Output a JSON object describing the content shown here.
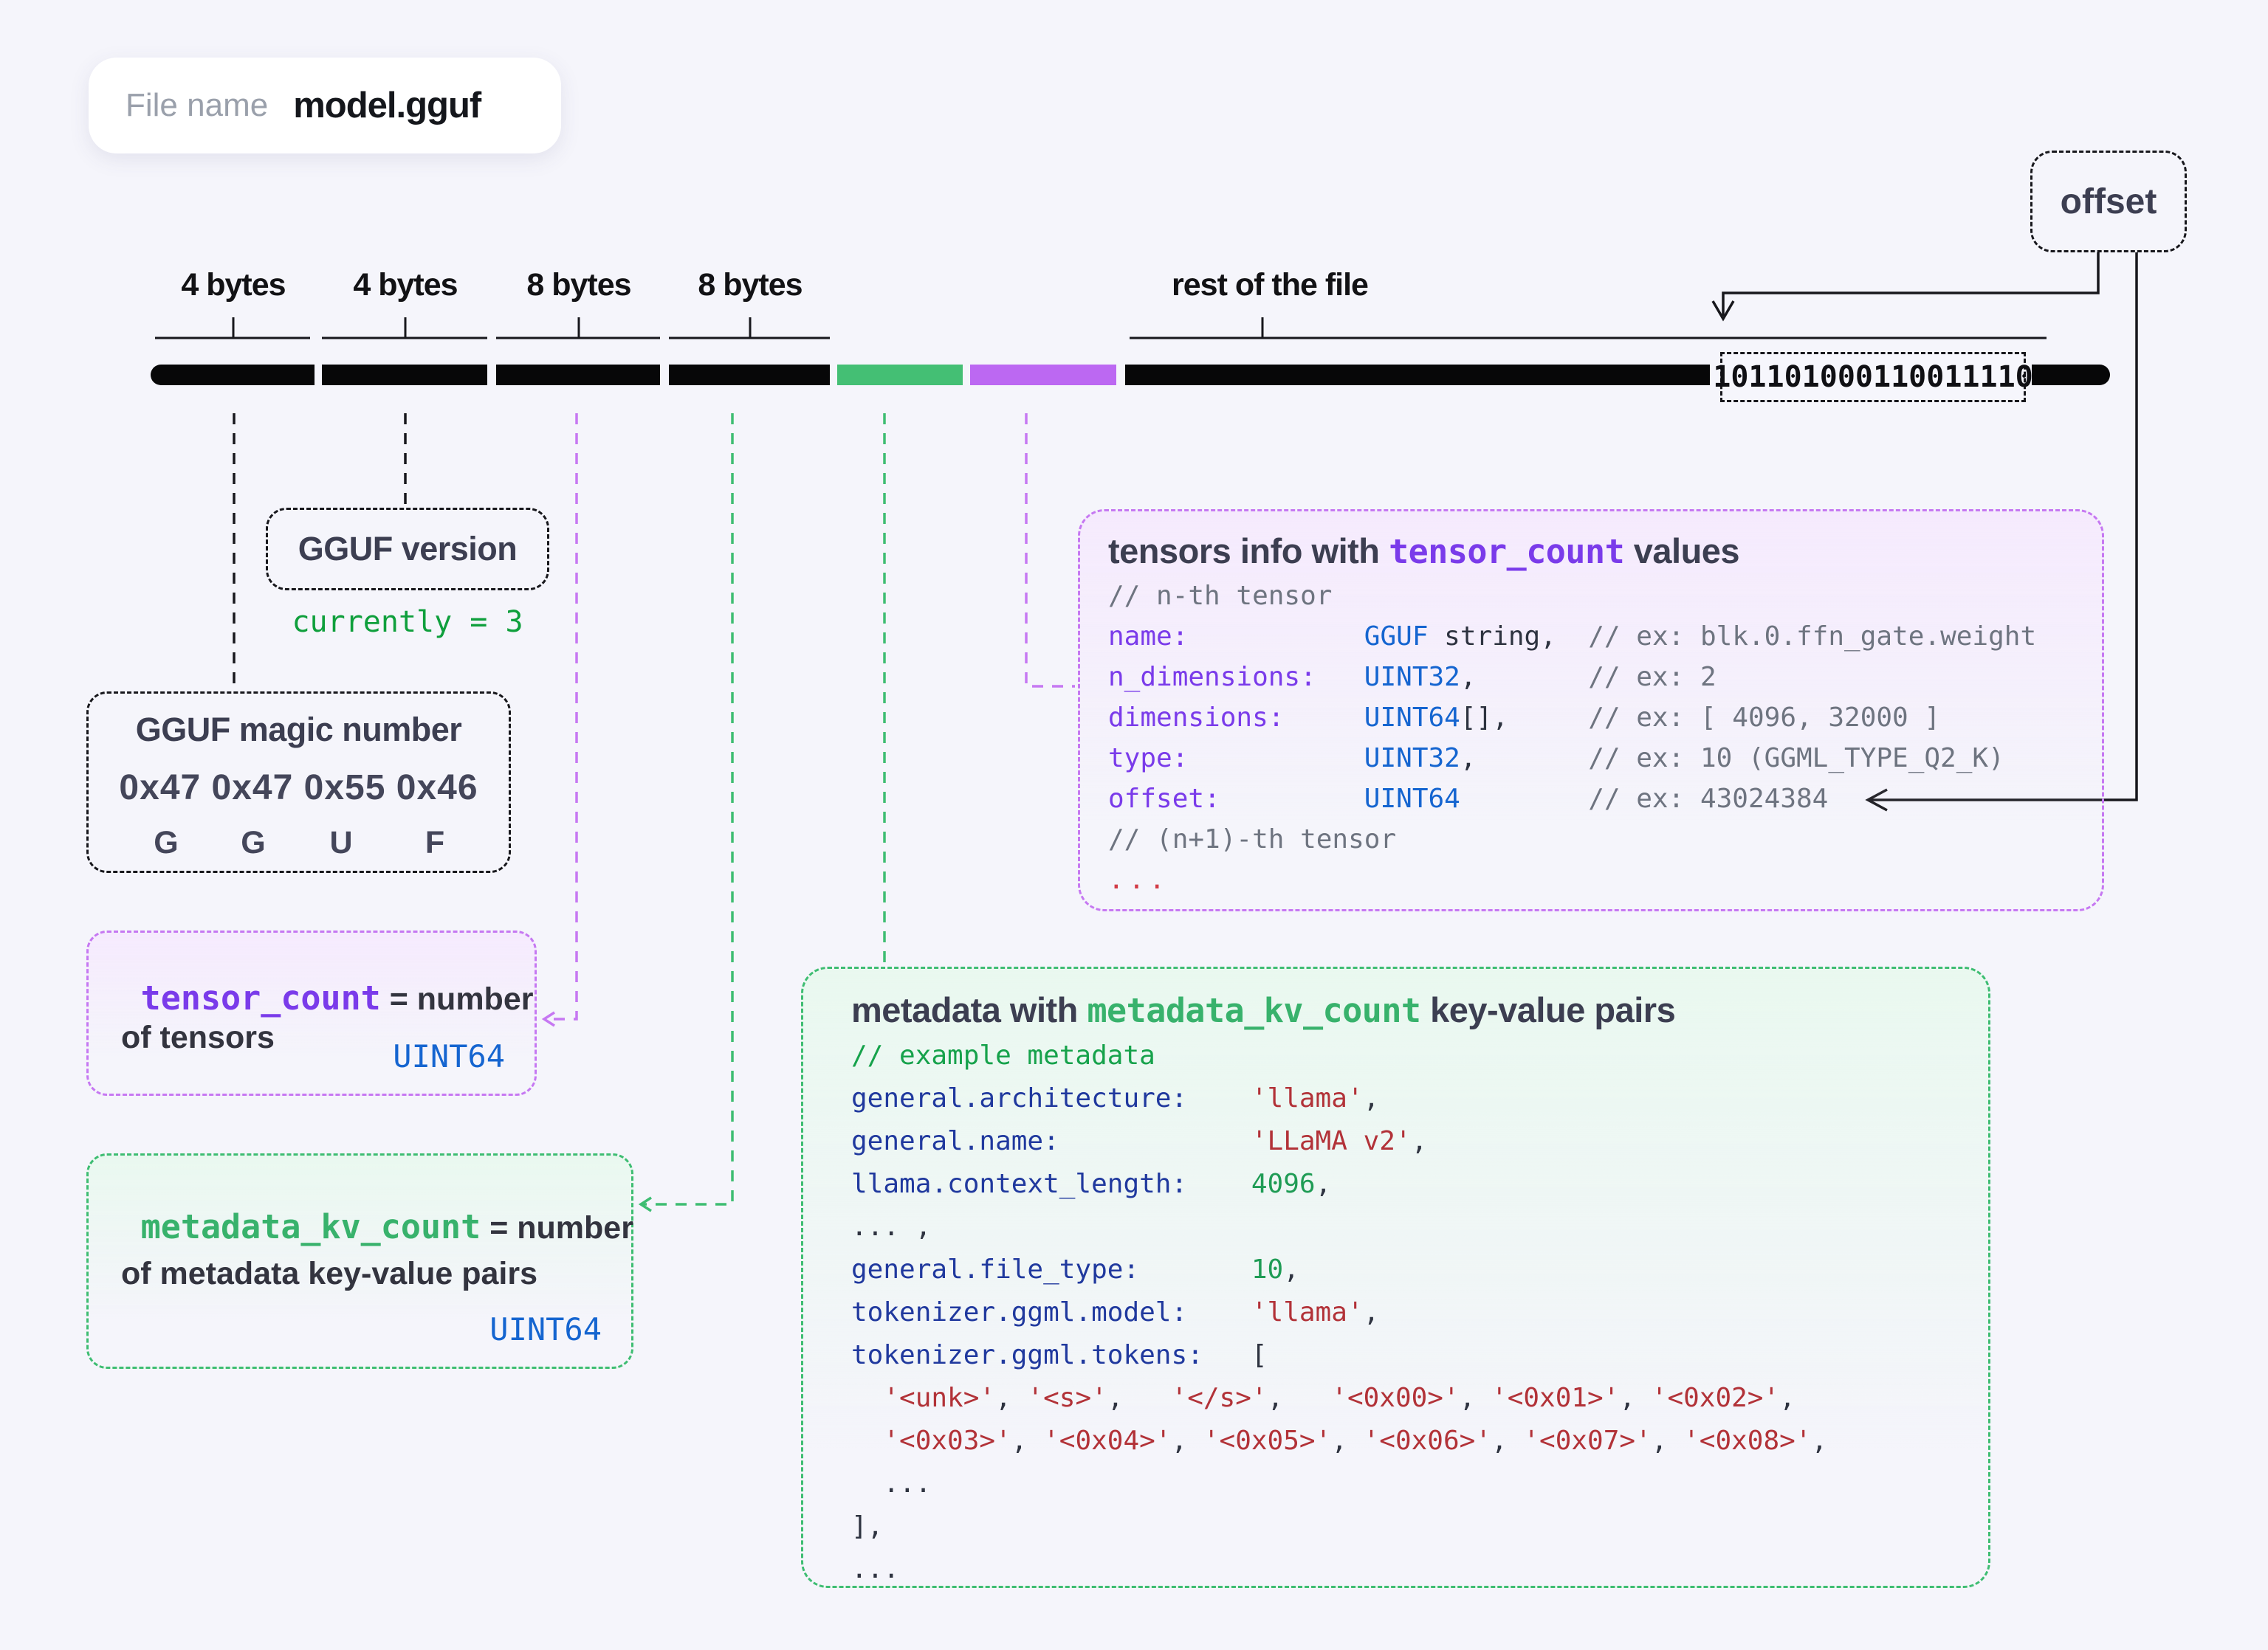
{
  "colors": {
    "background": "#f5f5fb",
    "bar_black": "#070708",
    "bar_green": "#44bf74",
    "bar_purple": "#bc68f2",
    "dash_purple": "#c678f2",
    "dash_green": "#3ebd72",
    "purple_text": "#7a3bea",
    "green_text": "#38b26c",
    "type_blue": "#1565d0",
    "key_navy": "#20399e",
    "string_red": "#b23238",
    "number_green": "#1f9c55"
  },
  "file_pill": {
    "label": "File name",
    "value": "model.gguf"
  },
  "offset_box": {
    "label": "offset"
  },
  "bar": {
    "segment_labels": [
      "4 bytes",
      "4 bytes",
      "8 bytes",
      "8 bytes"
    ],
    "rest_label": "rest of the file",
    "binary_value": "101101000110011110"
  },
  "version_box": {
    "title": "GGUF version",
    "note": "currently = 3"
  },
  "magic_box": {
    "title": "GGUF magic number",
    "hex": "0x47 0x47 0x55 0x46",
    "letters": [
      "G",
      "G",
      "U",
      "F"
    ]
  },
  "tensor_count_box": {
    "name": "tensor_count",
    "eq": " = number",
    "line2": "of tensors",
    "type": "UINT64"
  },
  "metadata_kv_box": {
    "name": "metadata_kv_count",
    "eq": " = number",
    "line2": "of metadata key-value pairs",
    "type": "UINT64"
  },
  "tensors_box": {
    "title_tokens": [
      {
        "k": "hd",
        "t": "tensors info with "
      },
      {
        "k": "hp",
        "t": "tensor_count"
      },
      {
        "k": "hd",
        "t": " values"
      }
    ],
    "lines": [
      [
        {
          "k": "cmt",
          "t": "// n-th tensor"
        }
      ],
      [
        {
          "k": "keyp",
          "t": "name:"
        },
        {
          "k": "plain",
          "t": "           "
        },
        {
          "k": "type",
          "t": "GGUF"
        },
        {
          "k": "plain",
          "t": " string,  "
        },
        {
          "k": "cmt",
          "t": "// ex: blk.0.ffn_gate.weight"
        }
      ],
      [
        {
          "k": "keyp",
          "t": "n_dimensions:"
        },
        {
          "k": "plain",
          "t": "   "
        },
        {
          "k": "type",
          "t": "UINT32"
        },
        {
          "k": "plain",
          "t": ",       "
        },
        {
          "k": "cmt",
          "t": "// ex: 2"
        }
      ],
      [
        {
          "k": "keyp",
          "t": "dimensions:"
        },
        {
          "k": "plain",
          "t": "     "
        },
        {
          "k": "type",
          "t": "UINT64"
        },
        {
          "k": "plain",
          "t": "[],     "
        },
        {
          "k": "cmt",
          "t": "// ex: [ 4096, 32000 ]"
        }
      ],
      [
        {
          "k": "keyp",
          "t": "type:"
        },
        {
          "k": "plain",
          "t": "           "
        },
        {
          "k": "type",
          "t": "UINT32"
        },
        {
          "k": "plain",
          "t": ",       "
        },
        {
          "k": "cmt",
          "t": "// ex: 10 (GGML_TYPE_Q2_K)"
        }
      ],
      [
        {
          "k": "keyp",
          "t": "offset:"
        },
        {
          "k": "plain",
          "t": "         "
        },
        {
          "k": "type",
          "t": "UINT64"
        },
        {
          "k": "plain",
          "t": "        "
        },
        {
          "k": "cmt",
          "t": "// ex: 43024384"
        }
      ],
      [
        {
          "k": "cmt",
          "t": "// (n+1)-th tensor"
        }
      ],
      [
        {
          "k": "dots",
          "t": "..."
        }
      ]
    ]
  },
  "metadata_box": {
    "title_tokens": [
      {
        "k": "hd",
        "t": "metadata with "
      },
      {
        "k": "hg",
        "t": "metadata_kv_count"
      },
      {
        "k": "hd",
        "t": " key-value pairs"
      }
    ],
    "lines": [
      [
        {
          "k": "cmtg",
          "t": "// example metadata"
        }
      ],
      [
        {
          "k": "keyn",
          "t": "general.architecture:"
        },
        {
          "k": "plain",
          "t": "    "
        },
        {
          "k": "str",
          "t": "'llama'"
        },
        {
          "k": "plain",
          "t": ","
        }
      ],
      [
        {
          "k": "keyn",
          "t": "general.name:"
        },
        {
          "k": "plain",
          "t": "            "
        },
        {
          "k": "str",
          "t": "'LLaMA v2'"
        },
        {
          "k": "plain",
          "t": ","
        }
      ],
      [
        {
          "k": "keyn",
          "t": "llama.context_length:"
        },
        {
          "k": "plain",
          "t": "    "
        },
        {
          "k": "num",
          "t": "4096"
        },
        {
          "k": "plain",
          "t": ","
        }
      ],
      [
        {
          "k": "plain",
          "t": "... ,"
        }
      ],
      [
        {
          "k": "keyn",
          "t": "general.file_type:"
        },
        {
          "k": "plain",
          "t": "       "
        },
        {
          "k": "num",
          "t": "10"
        },
        {
          "k": "plain",
          "t": ","
        }
      ],
      [
        {
          "k": "keyn",
          "t": "tokenizer.ggml.model:"
        },
        {
          "k": "plain",
          "t": "    "
        },
        {
          "k": "str",
          "t": "'llama'"
        },
        {
          "k": "plain",
          "t": ","
        }
      ],
      [
        {
          "k": "keyn",
          "t": "tokenizer.ggml.tokens:"
        },
        {
          "k": "plain",
          "t": "   ["
        }
      ],
      [
        {
          "k": "plain",
          "t": "  "
        },
        {
          "k": "str",
          "t": "'<unk>'"
        },
        {
          "k": "plain",
          "t": ", "
        },
        {
          "k": "str",
          "t": "'<s>'"
        },
        {
          "k": "plain",
          "t": ",   "
        },
        {
          "k": "str",
          "t": "'</s>'"
        },
        {
          "k": "plain",
          "t": ",   "
        },
        {
          "k": "str",
          "t": "'<0x00>'"
        },
        {
          "k": "plain",
          "t": ", "
        },
        {
          "k": "str",
          "t": "'<0x01>'"
        },
        {
          "k": "plain",
          "t": ", "
        },
        {
          "k": "str",
          "t": "'<0x02>'"
        },
        {
          "k": "plain",
          "t": ","
        }
      ],
      [
        {
          "k": "plain",
          "t": "  "
        },
        {
          "k": "str",
          "t": "'<0x03>'"
        },
        {
          "k": "plain",
          "t": ", "
        },
        {
          "k": "str",
          "t": "'<0x04>'"
        },
        {
          "k": "plain",
          "t": ", "
        },
        {
          "k": "str",
          "t": "'<0x05>'"
        },
        {
          "k": "plain",
          "t": ", "
        },
        {
          "k": "str",
          "t": "'<0x06>'"
        },
        {
          "k": "plain",
          "t": ", "
        },
        {
          "k": "str",
          "t": "'<0x07>'"
        },
        {
          "k": "plain",
          "t": ", "
        },
        {
          "k": "str",
          "t": "'<0x08>'"
        },
        {
          "k": "plain",
          "t": ","
        }
      ],
      [
        {
          "k": "plain",
          "t": "  ..."
        }
      ],
      [
        {
          "k": "plain",
          "t": "],"
        }
      ],
      [
        {
          "k": "plain",
          "t": "..."
        }
      ]
    ]
  }
}
